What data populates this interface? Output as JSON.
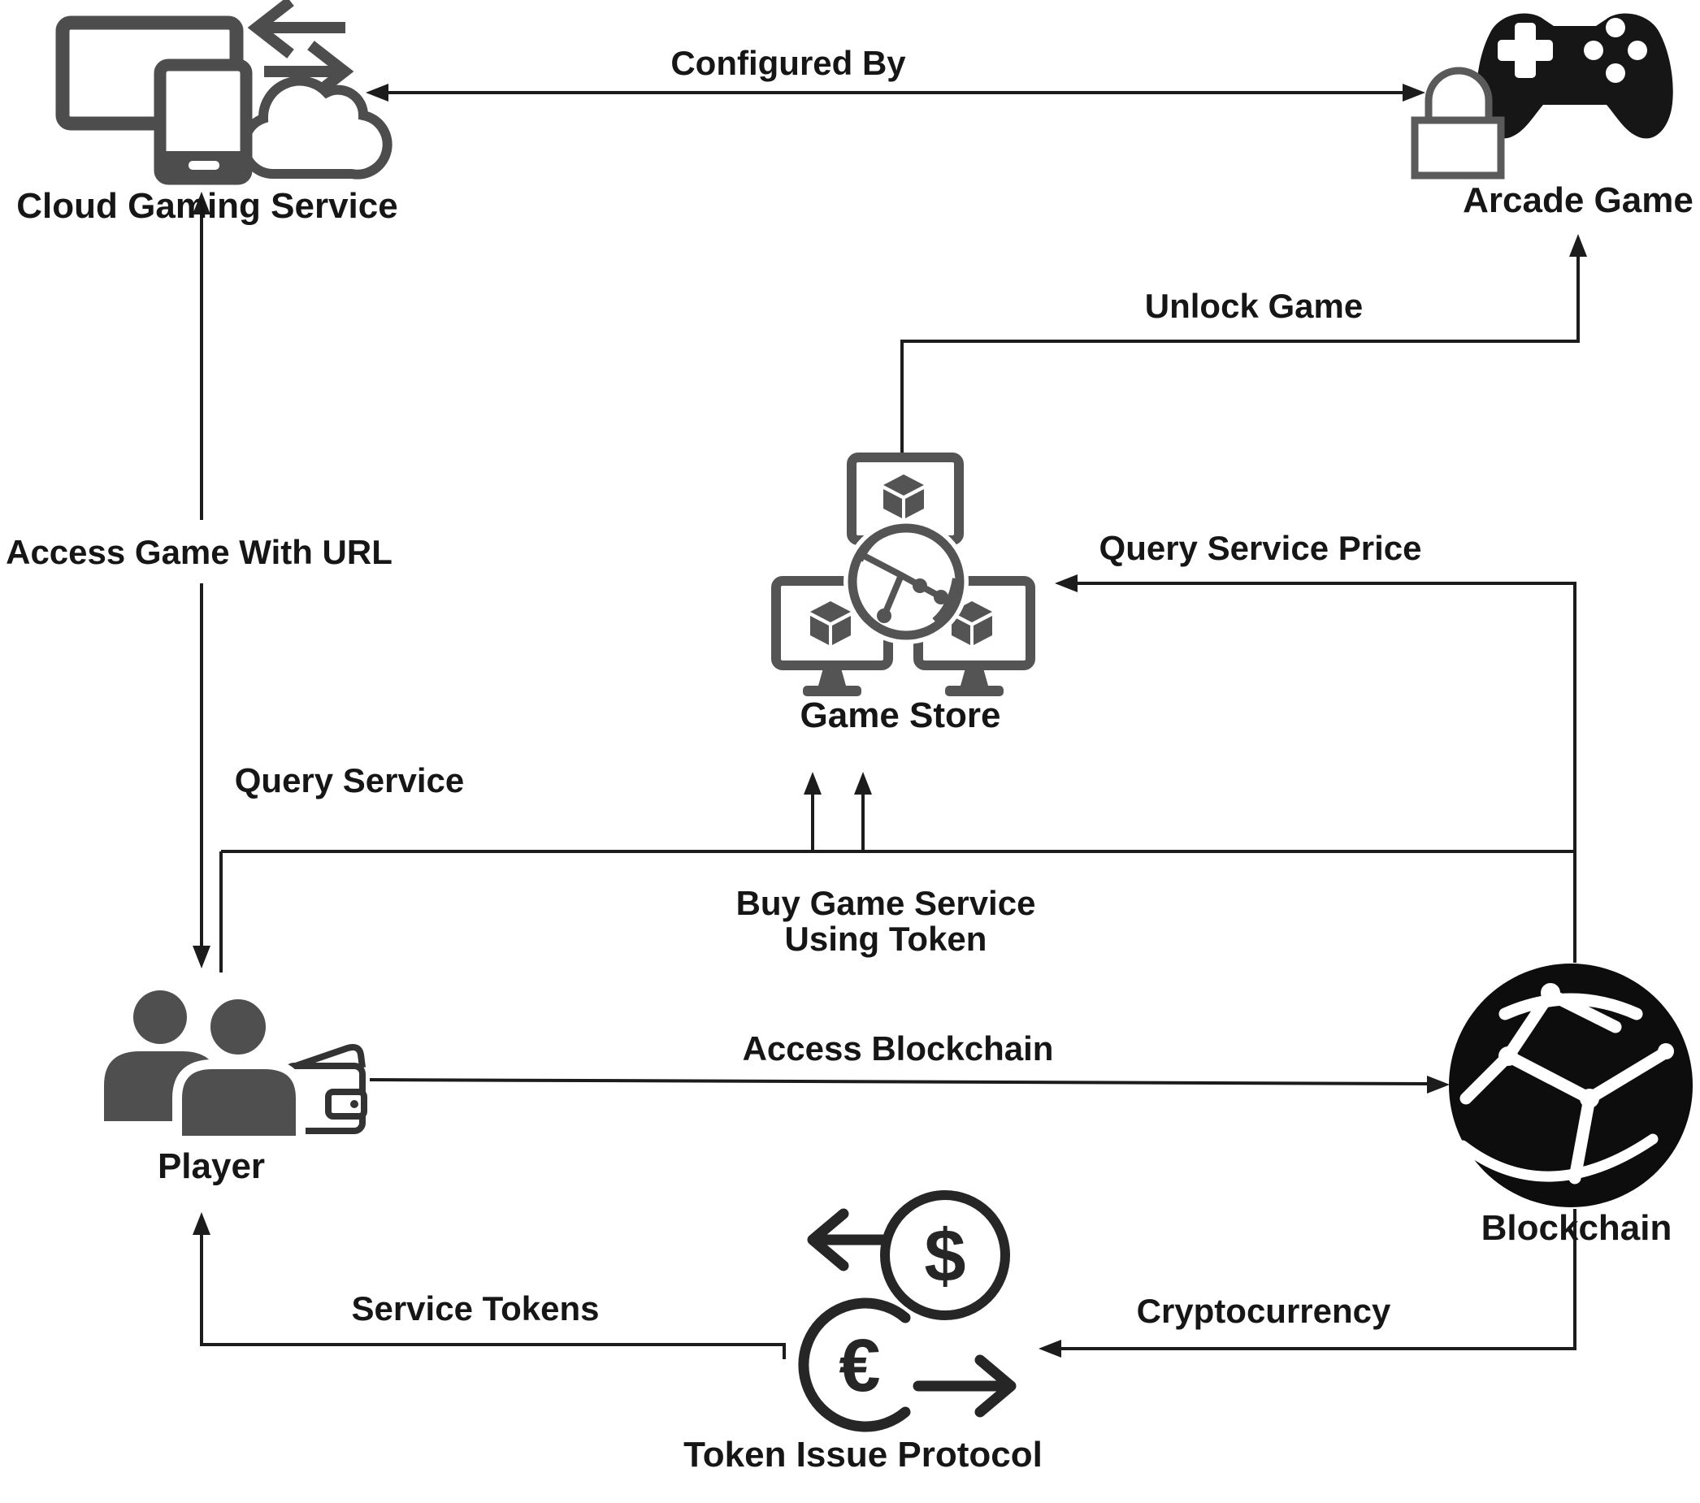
{
  "diagram_type": "architecture-flow-diagram",
  "colors": {
    "background": "#ffffff",
    "connector_line": "#1c1c1c",
    "text": "#161616",
    "icon_gray": "#4d4d4d",
    "icon_medium_gray": "#545454",
    "icon_dark": "#141414",
    "icon_black": "#0d0d0d",
    "lock_gray": "#5a5a5a"
  },
  "nodes": {
    "cloud_gaming_service": {
      "label": "Cloud Gaming Service",
      "icon": "devices-cloud-sync-icon",
      "position": "top-left"
    },
    "arcade_game": {
      "label": "Arcade Game",
      "icon": "gamepad-with-padlock-icon",
      "position": "top-right"
    },
    "game_store": {
      "label": "Game Store",
      "icon": "networked-monitors-globe-icon",
      "position": "center"
    },
    "player": {
      "label": "Player",
      "icon": "two-users-with-wallet-icon",
      "position": "bottom-left"
    },
    "blockchain": {
      "label": "Blockchain",
      "icon": "blockchain-sphere-icon",
      "position": "bottom-right"
    },
    "token_issue_protocol": {
      "label": "Token Issue Protocol",
      "icon": "dollar-euro-exchange-icon",
      "position": "bottom-center"
    }
  },
  "edges": {
    "configured_by": {
      "label": "Configured By",
      "from": "Cloud Gaming Service",
      "to": "Arcade Game",
      "direction": "bidirectional"
    },
    "access_game_with_url": {
      "label": "Access Game With URL",
      "from": "Cloud Gaming Service",
      "to": "Player",
      "direction": "bidirectional"
    },
    "unlock_game": {
      "label": "Unlock Game",
      "from": "Game Store",
      "to": "Arcade Game",
      "direction": "one-way"
    },
    "query_service_price": {
      "label": "Query Service Price",
      "from": "Blockchain",
      "to": "Game Store",
      "direction": "one-way"
    },
    "query_service": {
      "label": "Query Service",
      "from": "Player",
      "to": "Game Store",
      "direction": "one-way"
    },
    "buy_game_service": {
      "label": "Buy Game Service\nUsing Token",
      "from": "Blockchain",
      "to": "Game Store",
      "direction": "one-way"
    },
    "access_blockchain": {
      "label": "Access Blockchain",
      "from": "Player",
      "to": "Blockchain",
      "direction": "one-way"
    },
    "service_tokens": {
      "label": "Service Tokens",
      "from": "Token Issue Protocol",
      "to": "Player",
      "direction": "one-way"
    },
    "cryptocurrency": {
      "label": "Cryptocurrency",
      "from": "Blockchain",
      "to": "Token Issue Protocol",
      "direction": "one-way"
    }
  }
}
